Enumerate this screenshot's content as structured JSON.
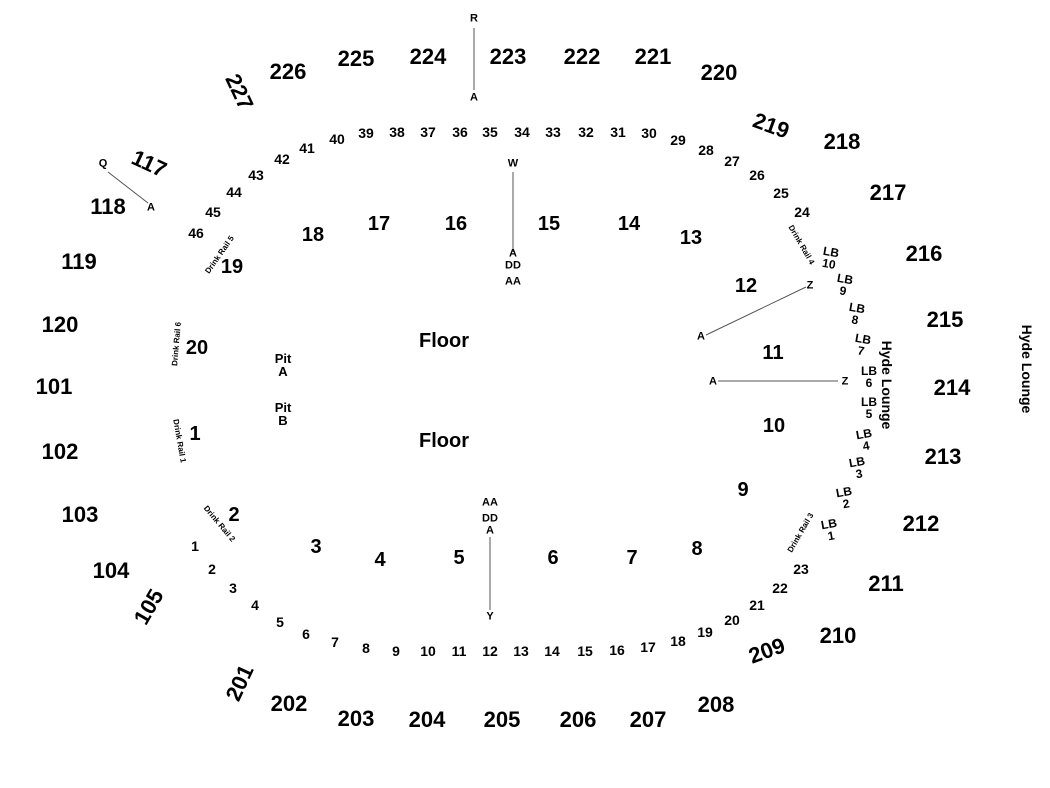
{
  "upper_sections": [
    "201",
    "202",
    "203",
    "204",
    "205",
    "206",
    "207",
    "208",
    "209",
    "210",
    "211",
    "212",
    "213",
    "214",
    "215",
    "216",
    "217",
    "218",
    "219",
    "220",
    "221",
    "222",
    "223",
    "224",
    "225",
    "226",
    "227"
  ],
  "lower_sections": [
    "117",
    "118",
    "119",
    "120",
    "101",
    "102",
    "103",
    "104",
    "105"
  ],
  "inner_bottom": [
    "1",
    "2",
    "3",
    "4",
    "5",
    "6",
    "7",
    "8",
    "9",
    "10",
    "11",
    "12",
    "13",
    "14",
    "15",
    "16",
    "17",
    "18",
    "19",
    "20",
    "21",
    "22",
    "23"
  ],
  "inner_top": [
    "24",
    "25",
    "26",
    "27",
    "28",
    "29",
    "30",
    "31",
    "32",
    "33",
    "34",
    "35",
    "36",
    "37",
    "38",
    "39",
    "40",
    "41",
    "42",
    "43",
    "44",
    "45",
    "46"
  ],
  "floor_sections": [
    "1",
    "2",
    "3",
    "4",
    "5",
    "6",
    "7",
    "8",
    "9",
    "10",
    "11",
    "12",
    "13",
    "14",
    "15",
    "16",
    "17",
    "18",
    "19",
    "20"
  ],
  "floor_labels": [
    "Floor",
    "Floor"
  ],
  "pits": [
    {
      "name": "Pit",
      "letter": "A"
    },
    {
      "name": "Pit",
      "letter": "B"
    }
  ],
  "drink_rails": [
    "Drink Rail 1",
    "Drink Rail 2",
    "Drink Rail 3",
    "Drink Rail 4",
    "Drink Rail 5",
    "Drink Rail 6"
  ],
  "lounge_boxes": [
    {
      "lb": "LB",
      "n": "1"
    },
    {
      "lb": "LB",
      "n": "2"
    },
    {
      "lb": "LB",
      "n": "3"
    },
    {
      "lb": "LB",
      "n": "4"
    },
    {
      "lb": "LB",
      "n": "5"
    },
    {
      "lb": "LB",
      "n": "6"
    },
    {
      "lb": "LB",
      "n": "7"
    },
    {
      "lb": "LB",
      "n": "8"
    },
    {
      "lb": "LB",
      "n": "9"
    },
    {
      "lb": "LB",
      "n": "10"
    }
  ],
  "hyde_lounge": [
    "Hyde Lounge",
    "Hyde Lounge"
  ],
  "row_markers": {
    "top_r": "R",
    "top_a": "A",
    "left_q": "Q",
    "left_a": "A",
    "mid_w": "W",
    "mid_a": "A",
    "mid_dd": "DD",
    "mid_aa": "AA",
    "bot_aa": "AA",
    "bot_dd": "DD",
    "bot_a": "A",
    "bot_y": "Y",
    "r12_a": "A",
    "r12_z": "Z",
    "r11_a": "A",
    "r11_z": "Z"
  }
}
